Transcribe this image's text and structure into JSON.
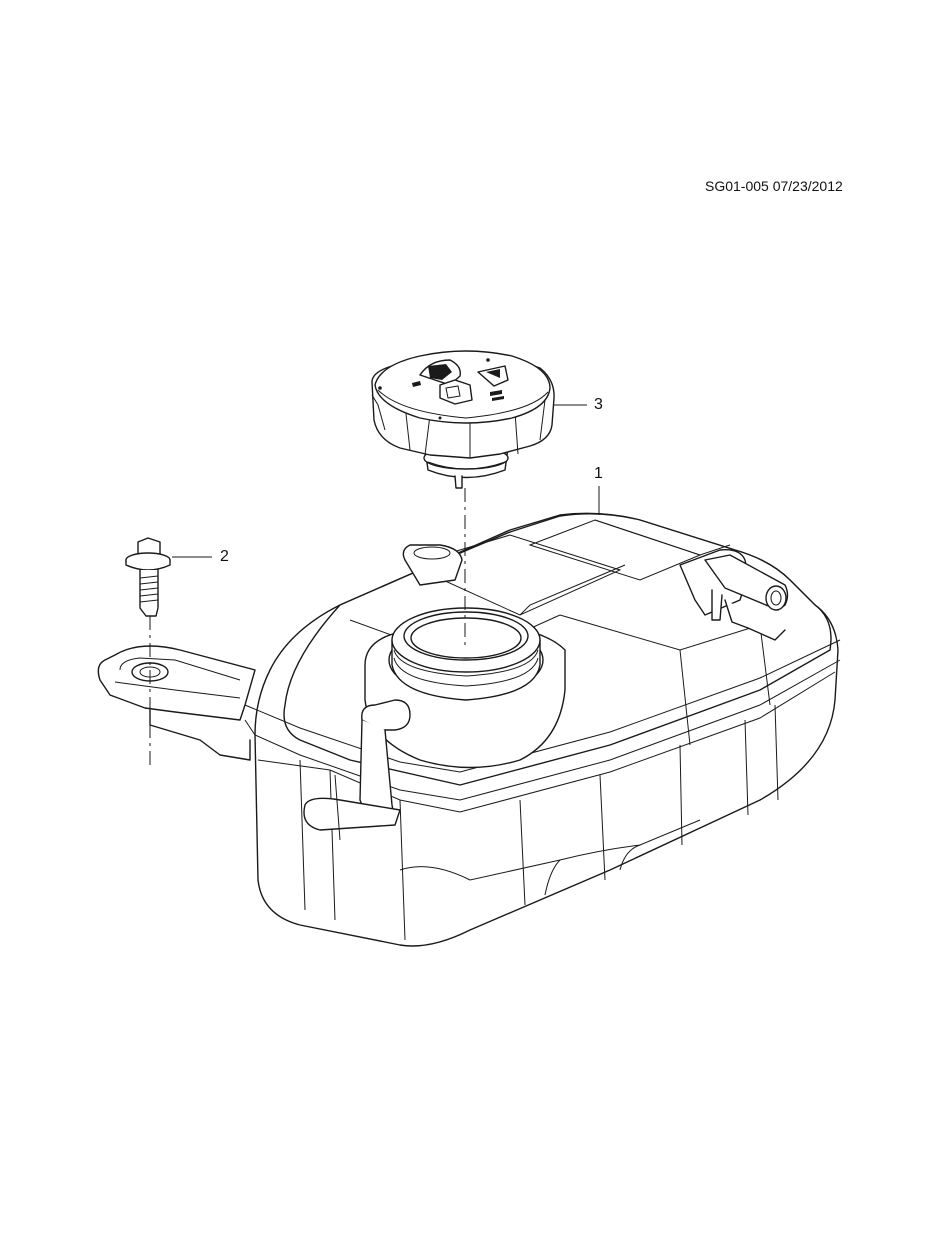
{
  "document": {
    "id_date": "SG01-005 07/23/2012"
  },
  "callouts": [
    {
      "number": "1",
      "part": "tank-reservoir"
    },
    {
      "number": "2",
      "part": "bolt"
    },
    {
      "number": "3",
      "part": "cap"
    }
  ],
  "colors": {
    "line": "#1a1a1a",
    "background": "#ffffff"
  }
}
